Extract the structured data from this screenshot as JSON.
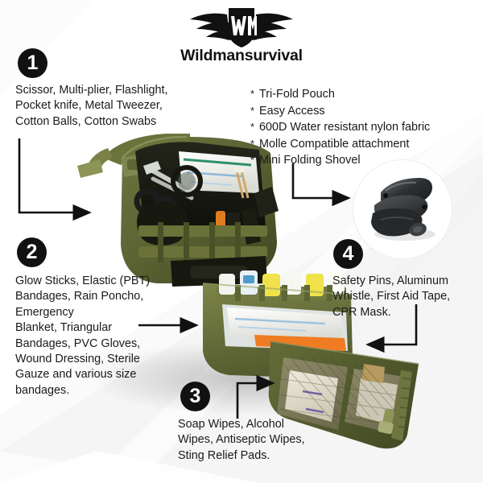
{
  "brand": {
    "logo_icon": "winged-wm-emblem",
    "wordmark": "Wildmansurvival"
  },
  "features": {
    "bullet_symbol": "*",
    "items": [
      "Tri-Fold Pouch",
      "Easy Access",
      "600D Water resistant nylon fabric",
      "Molle Compatible attachment",
      "Mini Folding Shovel"
    ]
  },
  "callouts": [
    {
      "number": "1",
      "text": "Scissor, Multi-plier, Flashlight,\nPocket knife, Metal Tweezer,\nCotton Balls, Cotton Swabs"
    },
    {
      "number": "2",
      "text": "Glow Sticks, Elastic (PBT)\nBandages, Rain Poncho,\nEmergency\nBlanket, Triangular\nBandages, PVC Gloves,\nWound Dressing, Sterile\nGauze and various size\nbandages."
    },
    {
      "number": "3",
      "text": "Soap Wipes, Alcohol\nWipes, Antiseptic Wipes,\nSting Relief Pads."
    },
    {
      "number": "4",
      "text": "Safety Pins, Aluminum\nWhistle, First Aid Tape,\nCPR Mask."
    }
  ],
  "media": {
    "product_photo": "olive-green-tri-fold-tactical-first-aid-pouch",
    "inset_photo": "black-mini-folding-shovel"
  },
  "colors": {
    "background": "#ffffff",
    "background_facet": "#f4f4f4",
    "text": "#1a1a1a",
    "badge_fill": "#111111",
    "badge_text": "#ffffff",
    "arrow": "#111111",
    "pouch_olive": "#5c6434",
    "pouch_olive_dark": "#3b4120",
    "pouch_olive_light": "#7b8347",
    "mesh_tan": "#9a9472"
  }
}
